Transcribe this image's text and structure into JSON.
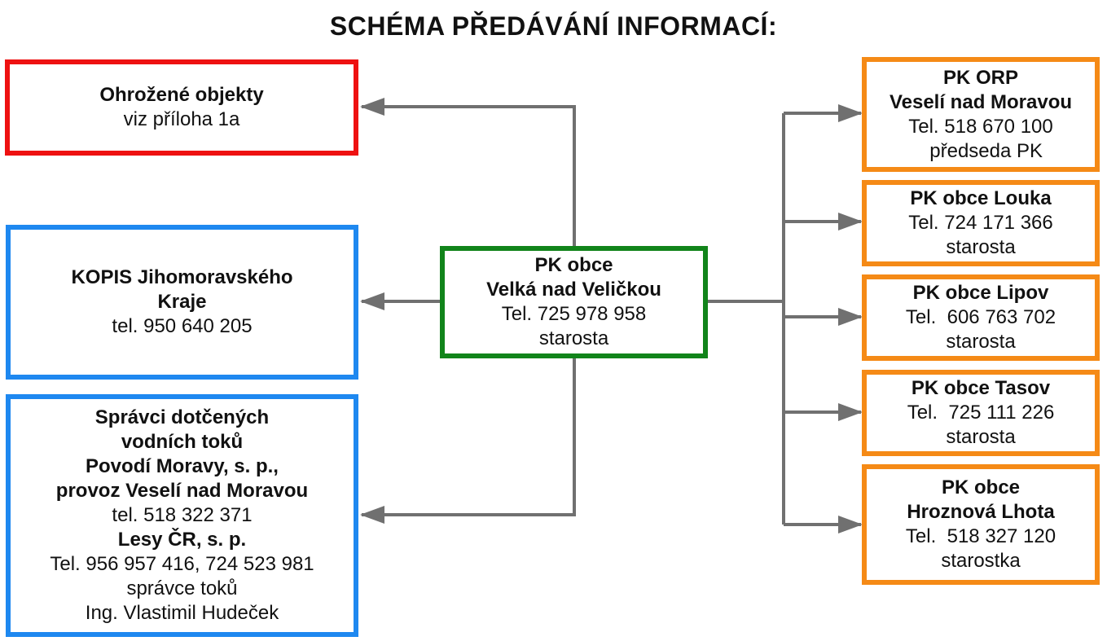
{
  "title": "SCHÉMA PŘEDÁVÁNÍ INFORMACÍ:",
  "center": {
    "lines": [
      {
        "t": "PK obce",
        "b": true
      },
      {
        "t": "Velká nad Veličkou",
        "b": true
      },
      {
        "t": "Tel. 725 978 958",
        "b": false
      },
      {
        "t": "starosta",
        "b": false
      }
    ]
  },
  "left": [
    {
      "id": "ohrozene",
      "lines": [
        {
          "t": "Ohrožené objekty",
          "b": true
        },
        {
          "t": "viz příloha 1a",
          "b": false
        }
      ]
    },
    {
      "id": "kopis",
      "lines": [
        {
          "t": "KOPIS Jihomoravského",
          "b": true
        },
        {
          "t": "Kraje",
          "b": true
        },
        {
          "t": "tel. 950 640 205",
          "b": false
        }
      ]
    },
    {
      "id": "spravci",
      "lines": [
        {
          "t": "Správci dotčených",
          "b": true
        },
        {
          "t": "vodních toků",
          "b": true
        },
        {
          "t": "Povodí Moravy, s. p.,",
          "b": true
        },
        {
          "t": "provoz Veselí nad Moravou",
          "b": true
        },
        {
          "t": "tel. 518 322 371",
          "b": false
        },
        {
          "t": "Lesy ČR, s. p.",
          "b": true
        },
        {
          "t": "Tel. 956 957 416, 724 523 981",
          "b": false
        },
        {
          "t": "správce toků",
          "b": false
        },
        {
          "t": "Ing. Vlastimil Hudeček",
          "b": false
        }
      ]
    }
  ],
  "right": [
    {
      "id": "orp",
      "lines": [
        {
          "t": "PK ORP",
          "b": true
        },
        {
          "t": "Veselí nad Moravou",
          "b": true
        },
        {
          "t": "Tel. 518 670 100",
          "b": false
        },
        {
          "t": "  předseda PK",
          "b": false
        }
      ]
    },
    {
      "id": "louka",
      "lines": [
        {
          "t": "PK obce Louka",
          "b": true
        },
        {
          "t": "Tel. 724 171 366",
          "b": false
        },
        {
          "t": "starosta",
          "b": false
        }
      ]
    },
    {
      "id": "lipov",
      "lines": [
        {
          "t": "PK obce Lipov",
          "b": true
        },
        {
          "t": "Tel.  606 763 702",
          "b": false
        },
        {
          "t": "starosta",
          "b": false
        }
      ]
    },
    {
      "id": "tasov",
      "lines": [
        {
          "t": "PK obce Tasov",
          "b": true
        },
        {
          "t": "Tel.  725 111 226",
          "b": false
        },
        {
          "t": "starosta",
          "b": false
        }
      ]
    },
    {
      "id": "hroznova",
      "lines": [
        {
          "t": "PK obce",
          "b": true
        },
        {
          "t": "Hroznová Lhota",
          "b": true
        },
        {
          "t": "Tel.  518 327 120",
          "b": false
        },
        {
          "t": "starostka",
          "b": false
        }
      ]
    }
  ],
  "colors": {
    "red": "#ee1111",
    "blue": "#1e88f0",
    "green": "#11841a",
    "orange": "#f58a16",
    "connector": "#707070"
  }
}
